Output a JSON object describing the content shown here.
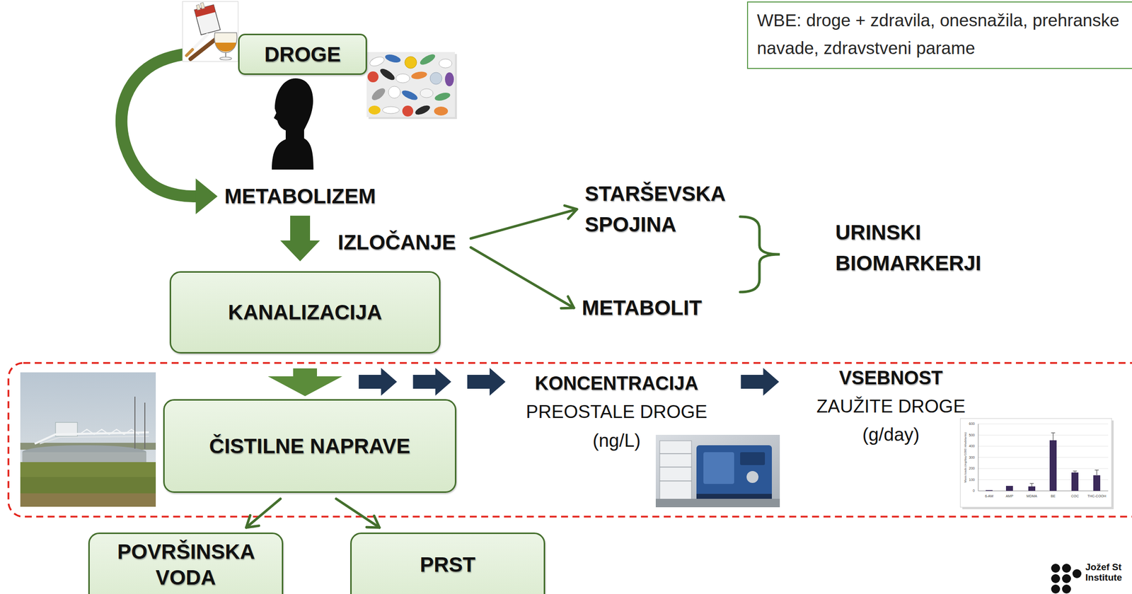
{
  "diagram": {
    "nodes": [
      {
        "text": [
          "WBE: droge + zdravila, onesnažila, prehranske navade, zdravstveni parame"
        ]
      },
      {
        "text": [
          "DROGE"
        ]
      },
      {
        "text": [
          "METABOLIZEM"
        ]
      },
      {
        "text": [
          "IZLOČANJE"
        ]
      },
      {
        "text": [
          "STARŠEVSKA SPOJINA"
        ]
      },
      {
        "text": [
          "METABOLIT"
        ]
      },
      {
        "text": [
          "KANALIZACIJA"
        ]
      },
      {
        "text": [
          "ČISTILNE NAPRAVE"
        ]
      },
      {
        "text": [
          "KONCENTRACIJA",
          "PREOSTALE DROGE (ng/L)"
        ]
      },
      {
        "text": [
          "VSEBNOST",
          "ZAUŽITE DROGE (g/day)"
        ]
      },
      {
        "text": [
          "POVRŠINSKA VODA"
        ]
      },
      {
        "text": [
          "PRST"
        ]
      }
    ],
    "edges": [
      {
        "from": 1,
        "to": 2,
        "arrow": "to"
      },
      {
        "from": 2,
        "to": 6,
        "arrow": "to"
      },
      {
        "from": 3,
        "to": 4,
        "arrow": "to"
      },
      {
        "from": 3,
        "to": 5,
        "arrow": "to"
      },
      {
        "from": 6,
        "to": 7,
        "arrow": "to"
      },
      {
        "from": 7,
        "to": 8,
        "arrow": "to"
      },
      {
        "from": 8,
        "to": 9,
        "arrow": "to"
      },
      {
        "from": 7,
        "to": 10,
        "arrow": "to"
      },
      {
        "from": 7,
        "to": 11,
        "arrow": "to"
      }
    ],
    "labels": [
      "URINSKI BIOMARKERJI",
      "600",
      "500",
      "400",
      "300",
      "200",
      "100",
      "0",
      "Mass loads (mg/day/1000 inhabitants)",
      "6-AM",
      "AMP",
      "MDMA",
      "BE",
      "COC",
      "THC-COOH",
      "Jožef St",
      "Institute"
    ]
  }
}
